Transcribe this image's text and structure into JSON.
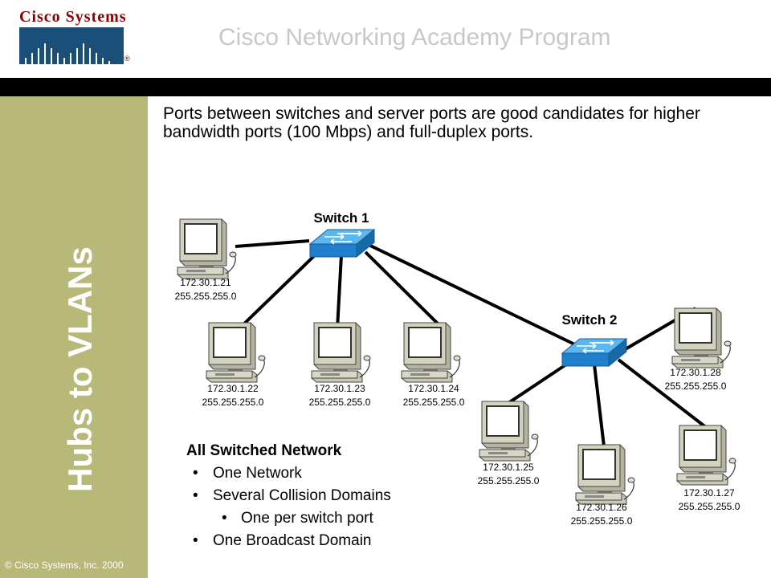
{
  "header": {
    "logo_text": "Cisco Systems",
    "title": "Cisco Networking Academy Program"
  },
  "sidebar": {
    "title": "Hubs to VLANs",
    "copyright": "© Cisco Systems, Inc. 2000"
  },
  "intro": "Ports between switches and server ports are good candidates for higher bandwidth ports (100 Mbps) and full-duplex ports.",
  "diagram": {
    "switches": [
      {
        "label": "Switch 1"
      },
      {
        "label": "Switch 2"
      }
    ],
    "hosts": [
      {
        "ip": "172.30.1.21",
        "mask": "255.255.255.0"
      },
      {
        "ip": "172.30.1.22",
        "mask": "255.255.255.0"
      },
      {
        "ip": "172.30.1.23",
        "mask": "255.255.255.0"
      },
      {
        "ip": "172.30.1.24",
        "mask": "255.255.255.0"
      },
      {
        "ip": "172.30.1.25",
        "mask": "255.255.255.0"
      },
      {
        "ip": "172.30.1.26",
        "mask": "255.255.255.0"
      },
      {
        "ip": "172.30.1.27",
        "mask": "255.255.255.0"
      },
      {
        "ip": "172.30.1.28",
        "mask": "255.255.255.0"
      }
    ],
    "colors": {
      "switch": "#2a8fd6",
      "computer": "#c8c8b4",
      "link": "#000000"
    }
  },
  "notes": {
    "heading": "All Switched Network",
    "items": [
      "One Network",
      "Several Collision Domains",
      "One per switch port",
      "One Broadcast Domain"
    ]
  }
}
